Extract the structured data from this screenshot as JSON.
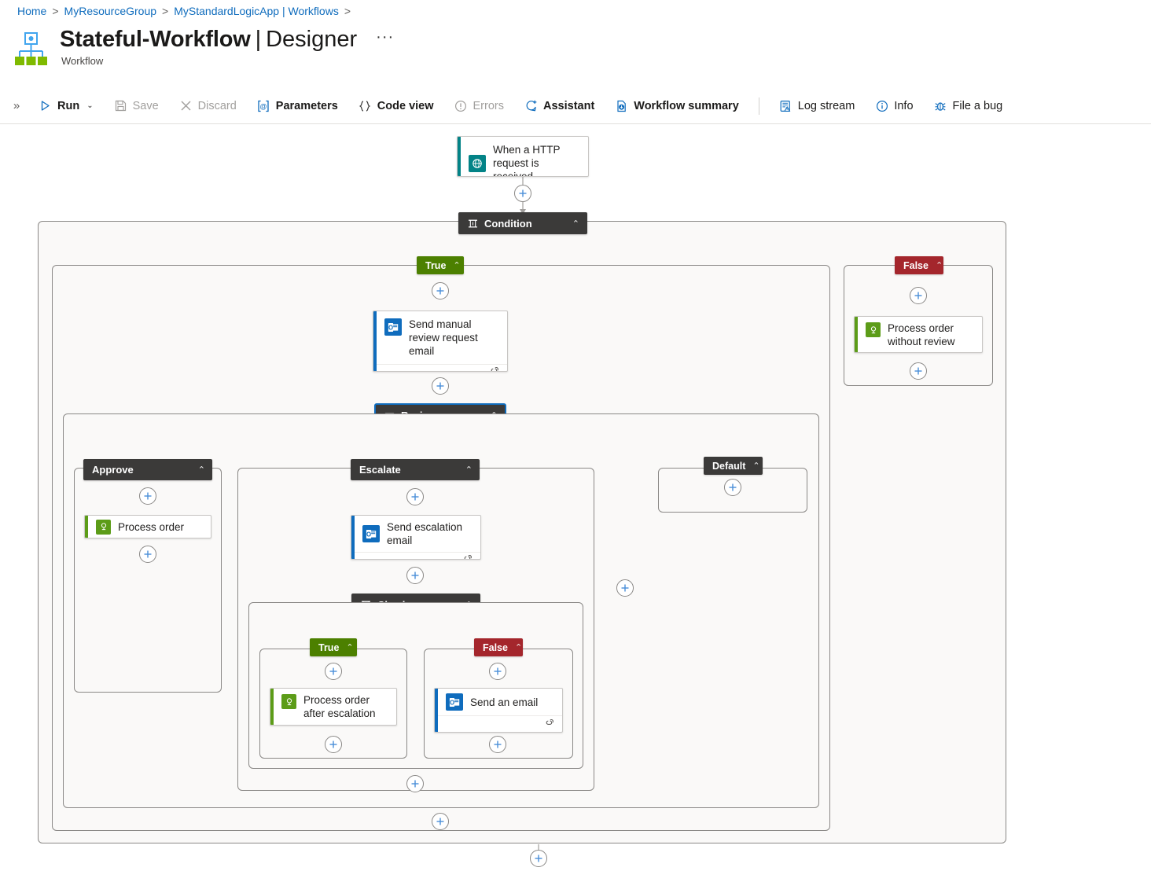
{
  "breadcrumb": {
    "items": [
      {
        "label": "Home"
      },
      {
        "label": "MyResourceGroup"
      },
      {
        "label": "MyStandardLogicApp | Workflows"
      }
    ],
    "separator": ">"
  },
  "header": {
    "workflow_name": "Stateful-Workflow",
    "separator": "|",
    "page_name": "Designer",
    "more_label": "···",
    "subtitle": "Workflow",
    "app_icon": "workflow-icon"
  },
  "toolbar": {
    "expand_label": "»",
    "items": [
      {
        "label": "Run",
        "icon": "play-icon",
        "disabled": false,
        "caret": true
      },
      {
        "label": "Save",
        "icon": "save-icon",
        "disabled": true,
        "caret": false
      },
      {
        "label": "Discard",
        "icon": "discard-icon",
        "disabled": true,
        "caret": false
      },
      {
        "label": "Parameters",
        "icon": "parameters-icon",
        "disabled": false,
        "caret": false
      },
      {
        "label": "Code view",
        "icon": "code-view-icon",
        "disabled": false,
        "caret": false
      },
      {
        "label": "Errors",
        "icon": "errors-icon",
        "disabled": true,
        "caret": false
      },
      {
        "label": "Assistant",
        "icon": "assistant-icon",
        "disabled": false,
        "caret": false
      },
      {
        "label": "Workflow summary",
        "icon": "workflow-summary-icon",
        "disabled": false,
        "caret": false
      }
    ],
    "items_right": [
      {
        "label": "Log stream",
        "icon": "log-stream-icon",
        "disabled": false
      },
      {
        "label": "Info",
        "icon": "info-icon",
        "disabled": false
      },
      {
        "label": "File a bug",
        "icon": "bug-icon",
        "disabled": false
      }
    ],
    "caret_glyph": "⌄"
  },
  "colors": {
    "accent_blue": "#0f6cbd",
    "true_green": "#4c8000",
    "false_red": "#a4262c",
    "scope_header": "#3b3a39",
    "trigger_teal": "#038387",
    "outlook_blue": "#0f6cbd",
    "process_green": "#5c9c18"
  },
  "canvas": {
    "chevron_glyph": "⌃",
    "link_icon": "link-icon",
    "nodes": {
      "trigger": {
        "label": "When a HTTP request is received",
        "icon": "http-request-icon",
        "accent": "#038387"
      },
      "condition": {
        "label": "Condition",
        "icon": "condition-icon"
      },
      "branch_true": {
        "label": "True",
        "icon": "chevron-up-icon"
      },
      "branch_false": {
        "label": "False",
        "icon": "chevron-up-icon"
      },
      "send_manual_review": {
        "label": "Send manual review request email",
        "icon": "outlook-icon",
        "accent": "#0f6cbd"
      },
      "process_without_review": {
        "label": "Process order without review",
        "icon": "process-order-icon",
        "accent": "#5c9c18"
      },
      "review": {
        "label": "Review",
        "icon": "switch-icon",
        "selected": true
      },
      "case_approve": {
        "label": "Approve"
      },
      "case_escalate": {
        "label": "Escalate"
      },
      "case_default": {
        "label": "Default"
      },
      "process_order": {
        "label": "Process order",
        "icon": "process-order-icon",
        "accent": "#5c9c18"
      },
      "send_escalation": {
        "label": "Send escalation email",
        "icon": "outlook-icon",
        "accent": "#0f6cbd"
      },
      "check_response": {
        "label": "Check response",
        "icon": "condition-icon"
      },
      "check_true": {
        "label": "True"
      },
      "check_false": {
        "label": "False"
      },
      "process_after_escalation": {
        "label": "Process order after escalation",
        "icon": "process-order-icon",
        "accent": "#5c9c18"
      },
      "send_an_email": {
        "label": "Send an email",
        "icon": "outlook-icon",
        "accent": "#0f6cbd"
      }
    },
    "add_button_label": "+"
  }
}
